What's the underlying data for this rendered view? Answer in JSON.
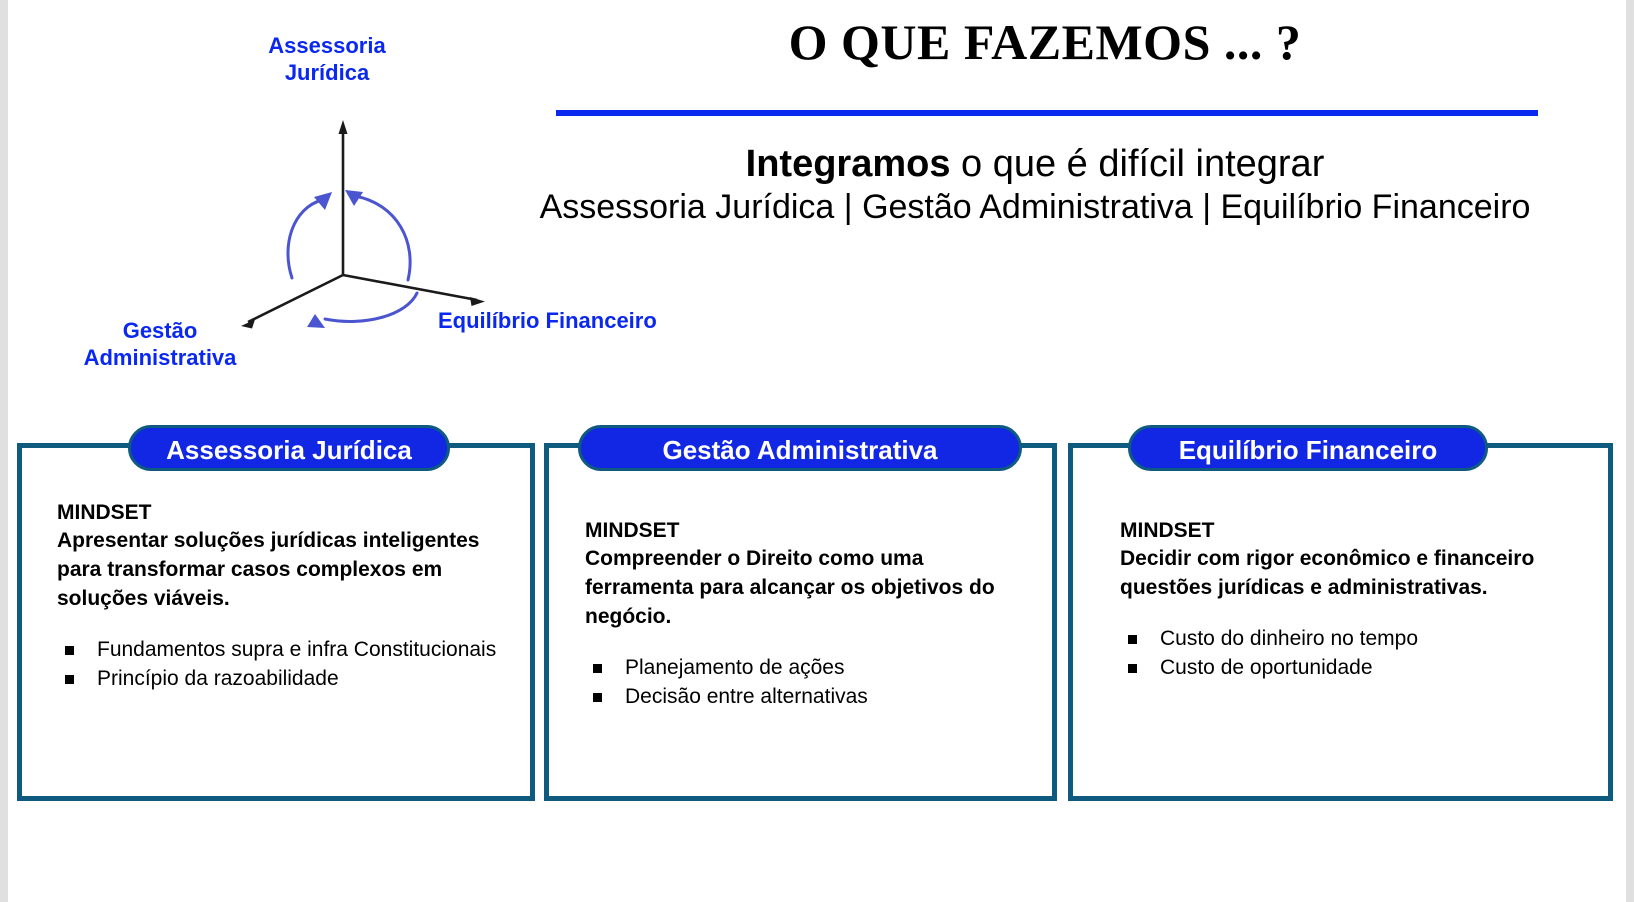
{
  "slide": {
    "title": "O QUE FAZEMOS ... ?",
    "subtitle_strong": "Integramos",
    "subtitle_rest": " o que é difícil integrar",
    "subtitle_line2": "Assessoria Jurídica | Gestão Administrativa | Equilíbrio Financeiro",
    "rule_color": "#0a28f0"
  },
  "diagram": {
    "name": "three-axis-rotation-diagram",
    "axis_color": "#000000",
    "arrow_color": "#4a55cf",
    "labels": {
      "vertical": "Assessoria\nJurídica",
      "vertical_line1": "Assessoria",
      "vertical_line2": "Jurídica",
      "left": "Gestão\nAdministrativa",
      "left_line1": "Gestão",
      "left_line2": "Administrativa",
      "right": "Equilíbrio Financeiro"
    },
    "label_color": "#0a28f0"
  },
  "panels": [
    {
      "pill_label": "Assessoria Jurídica",
      "mindset_label": "MINDSET",
      "mindset_text": "Apresentar soluções jurídicas inteligentes para transformar casos complexos em soluções viáveis.",
      "bullets": [
        "Fundamentos supra e infra Constitucionais",
        "Princípio da razoabilidade"
      ]
    },
    {
      "pill_label": "Gestão Administrativa",
      "mindset_label": "MINDSET",
      "mindset_text": "Compreender o Direito como uma ferramenta para alcançar os objetivos do negócio.",
      "bullets": [
        "Planejamento de ações",
        "Decisão entre alternativas"
      ]
    },
    {
      "pill_label": "Equilíbrio Financeiro",
      "mindset_label": "MINDSET",
      "mindset_text": "Decidir com rigor econômico e financeiro questões jurídicas e administrativas.",
      "bullets": [
        "Custo do dinheiro no tempo",
        "Custo de oportunidade"
      ]
    }
  ],
  "colors": {
    "pill_fill": "#1127e3",
    "pill_border": "#0f5b80",
    "panel_border": "#0f5b80",
    "accent_blue": "#0a28f0"
  }
}
